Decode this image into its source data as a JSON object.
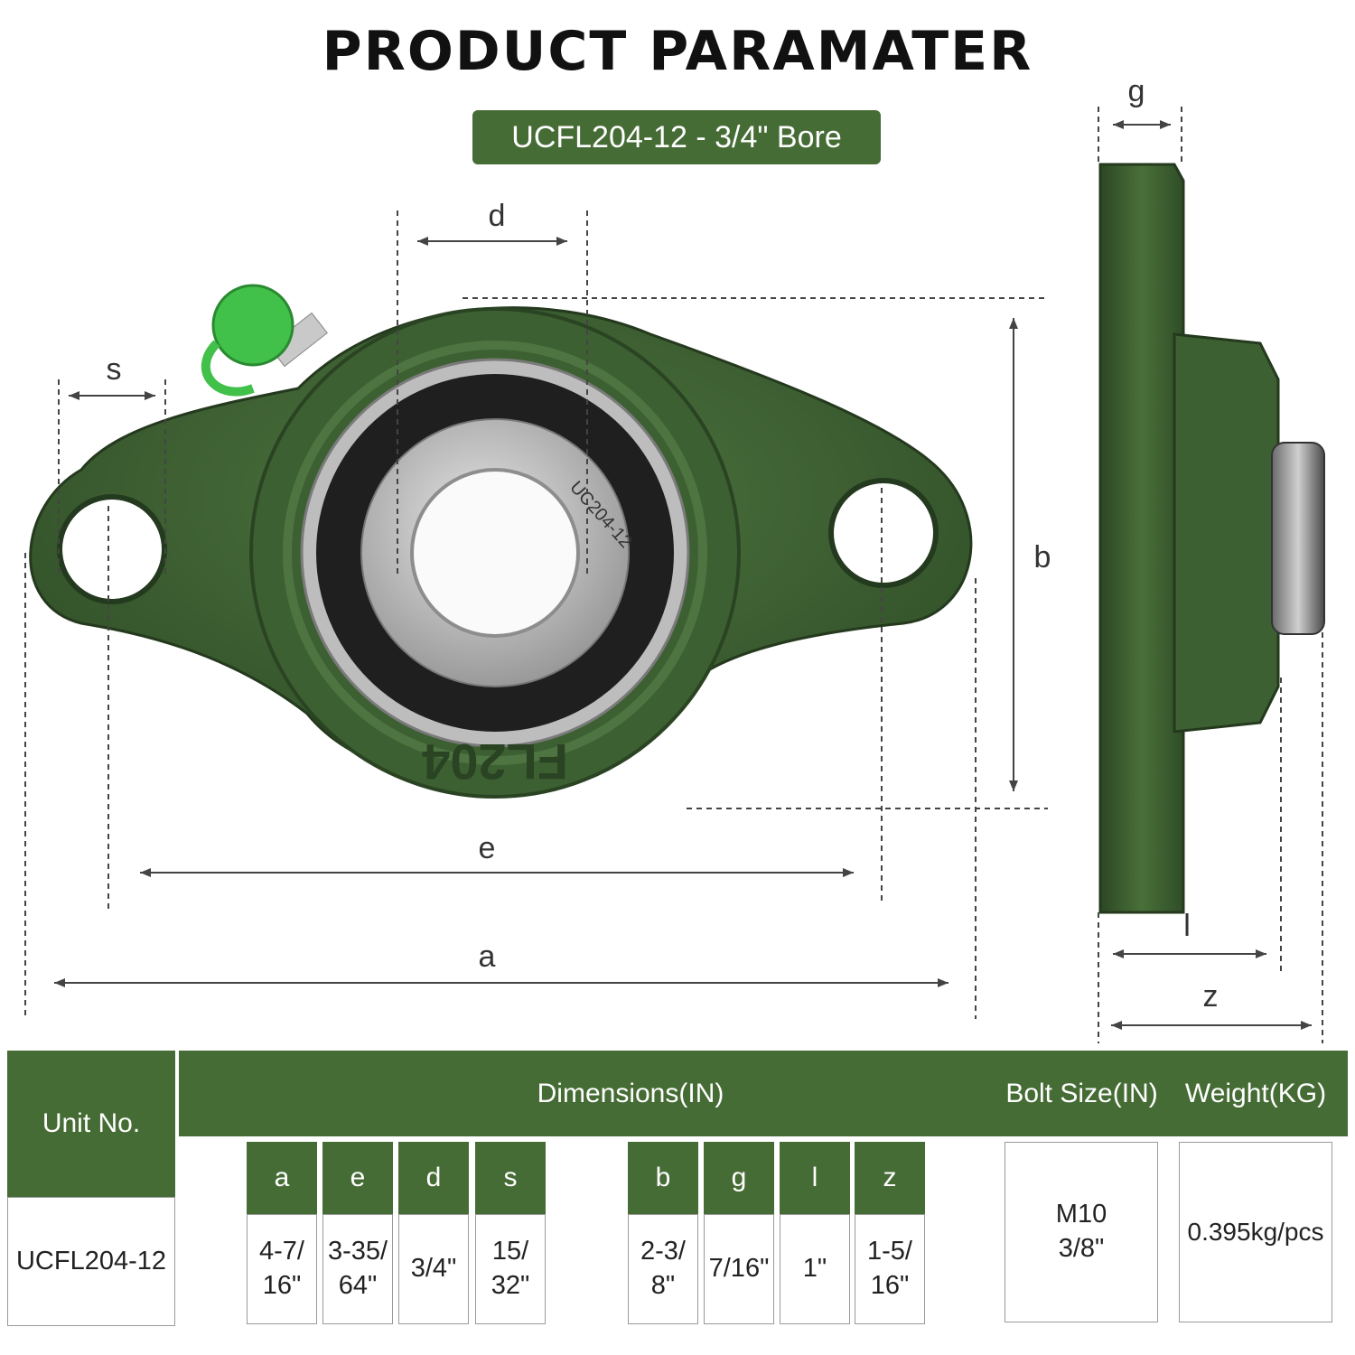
{
  "title": "PRODUCT PARAMATER",
  "model_badge": "UCFL204-12 - 3/4\" Bore",
  "drawing": {
    "bearing_marking": "UC204-12",
    "housing_marking": "FL204",
    "labels": {
      "a": "a",
      "b": "b",
      "d": "d",
      "e": "e",
      "s": "s",
      "g": "g",
      "l": "l",
      "z": "z"
    },
    "colors": {
      "housing": "#3f6233",
      "housing_dark": "#2c4724",
      "grease_cap": "#3fc24a"
    }
  },
  "table": {
    "headers": {
      "unit_no": "Unit No.",
      "dimensions": "Dimensions(IN)",
      "bolt_size": "Bolt Size(IN)",
      "weight": "Weight(KG)"
    },
    "dimension_columns": [
      "a",
      "e",
      "d",
      "s",
      "b",
      "g",
      "l",
      "z"
    ],
    "row": {
      "unit_no": "UCFL204-12",
      "dimensions": [
        "4-7/\n16\"",
        "3-35/\n64\"",
        "3/4\"",
        "15/\n32\"",
        "2-3/\n8\"",
        "7/16\"",
        "1\"",
        "1-5/\n16\""
      ],
      "bolt_size": "M10\n3/8\"",
      "weight": "0.395kg/pcs"
    },
    "colors": {
      "header_green": "#466c35"
    }
  }
}
